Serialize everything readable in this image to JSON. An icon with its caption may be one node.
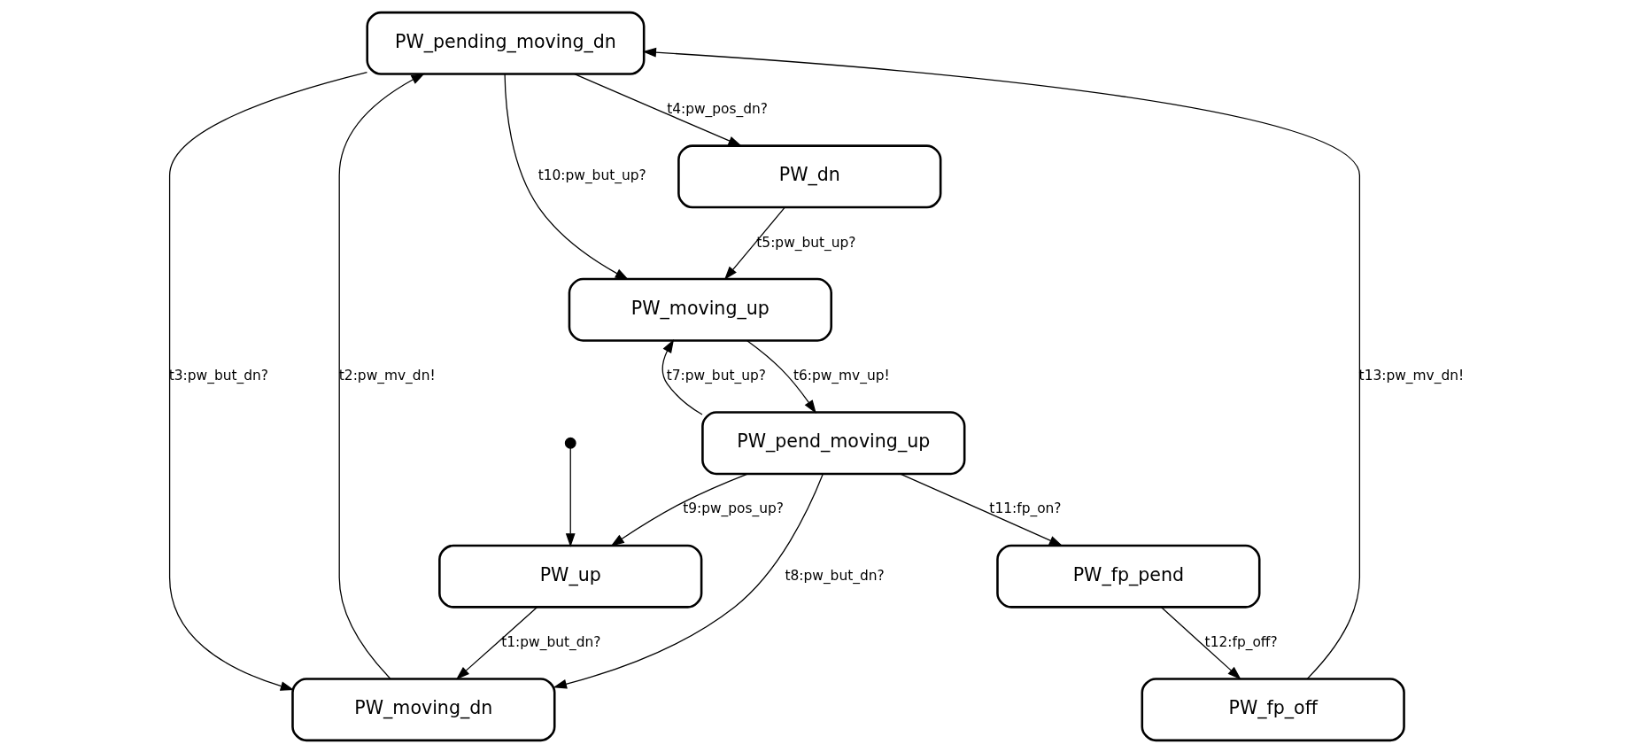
{
  "diagram": {
    "nodes": [
      {
        "text": [
          "PW_pending_moving_dn"
        ]
      },
      {
        "text": [
          "PW_moving_dn"
        ]
      },
      {
        "text": [
          "PW_dn"
        ]
      },
      {
        "text": [
          "PW_fp_off"
        ]
      },
      {
        "text": [],
        "shape": "circle"
      },
      {
        "text": [
          "PW_up"
        ]
      },
      {
        "text": [
          "PW_moving_up"
        ]
      },
      {
        "text": [
          "PW_pend_moving_up"
        ]
      },
      {
        "text": [
          "PW_fp_pend"
        ]
      }
    ],
    "edges": [
      {
        "from": 5,
        "to": 1,
        "arrow": "to",
        "label": "t1:pw_but_dn?"
      },
      {
        "from": 1,
        "to": 0,
        "arrow": "to",
        "label": "t2:pw_mv_dn!"
      },
      {
        "from": 0,
        "to": 1,
        "arrow": "to",
        "label": "t3:pw_but_dn?"
      },
      {
        "from": 0,
        "to": 2,
        "arrow": "to",
        "label": "t4:pw_pos_dn?"
      },
      {
        "from": 2,
        "to": 6,
        "arrow": "to",
        "label": "t5:pw_but_up?"
      },
      {
        "from": 6,
        "to": 7,
        "arrow": "to",
        "label": "t6:pw_mv_up!"
      },
      {
        "from": 7,
        "to": 6,
        "arrow": "to",
        "label": "t7:pw_but_up?"
      },
      {
        "from": 7,
        "to": 1,
        "arrow": "to",
        "label": "t8:pw_but_dn?"
      },
      {
        "from": 7,
        "to": 5,
        "arrow": "to",
        "label": "t9:pw_pos_up?"
      },
      {
        "from": 0,
        "to": 6,
        "arrow": "to",
        "label": "t10:pw_but_up?"
      },
      {
        "from": 7,
        "to": 8,
        "arrow": "to",
        "label": "t11:fp_on?"
      },
      {
        "from": 8,
        "to": 3,
        "arrow": "to",
        "label": "t12:fp_off?"
      },
      {
        "from": 3,
        "to": 0,
        "arrow": "to",
        "label": "t13:pw_mv_dn!"
      },
      {
        "from": 4,
        "to": 5,
        "arrow": "to"
      }
    ]
  }
}
